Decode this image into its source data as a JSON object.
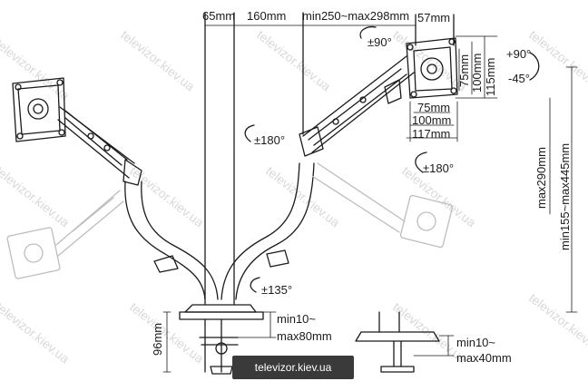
{
  "dimensions": {
    "top_65": "65mm",
    "top_160": "160mm",
    "top_arm": "min250~max298mm",
    "top_57": "57mm",
    "vesa_v_75": "75mm",
    "vesa_v_100": "100mm",
    "vesa_v_115": "115mm",
    "vesa_h_75": "75mm",
    "vesa_h_100": "100mm",
    "vesa_h_117": "117mm",
    "height_290": "max290mm",
    "height_155": "min155~max445mm",
    "clamp_96": "96mm",
    "clamp_thick_1a": "min10~",
    "clamp_thick_1b": "max80mm",
    "clamp_thick_2a": "min10~",
    "clamp_thick_2b": "max40mm"
  },
  "rotations": {
    "swivel_90": "±90°",
    "tilt_plus": "+90°",
    "tilt_minus": "-45°",
    "rotate_180_arm": "±180°",
    "rotate_180_head": "±180°",
    "rotate_135": "±135°"
  },
  "watermark": "televizor.kiev.ua",
  "banner": "televizor.kiev.ua",
  "colors": {
    "line": "#1a1a1a",
    "watermark": "#d9d9d9",
    "banner_bg": "#3a3a3a"
  }
}
